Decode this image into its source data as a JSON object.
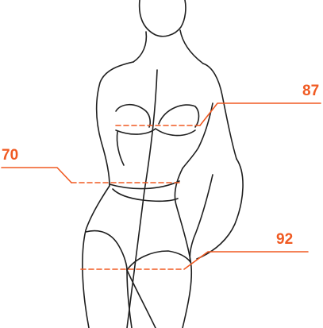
{
  "measurements": {
    "bust": {
      "value": "87"
    },
    "waist": {
      "value": "70"
    },
    "hips": {
      "value": "92"
    }
  },
  "colors": {
    "accent": "#f05a22",
    "outline": "#1f1f1f",
    "background": "#ffffff"
  }
}
